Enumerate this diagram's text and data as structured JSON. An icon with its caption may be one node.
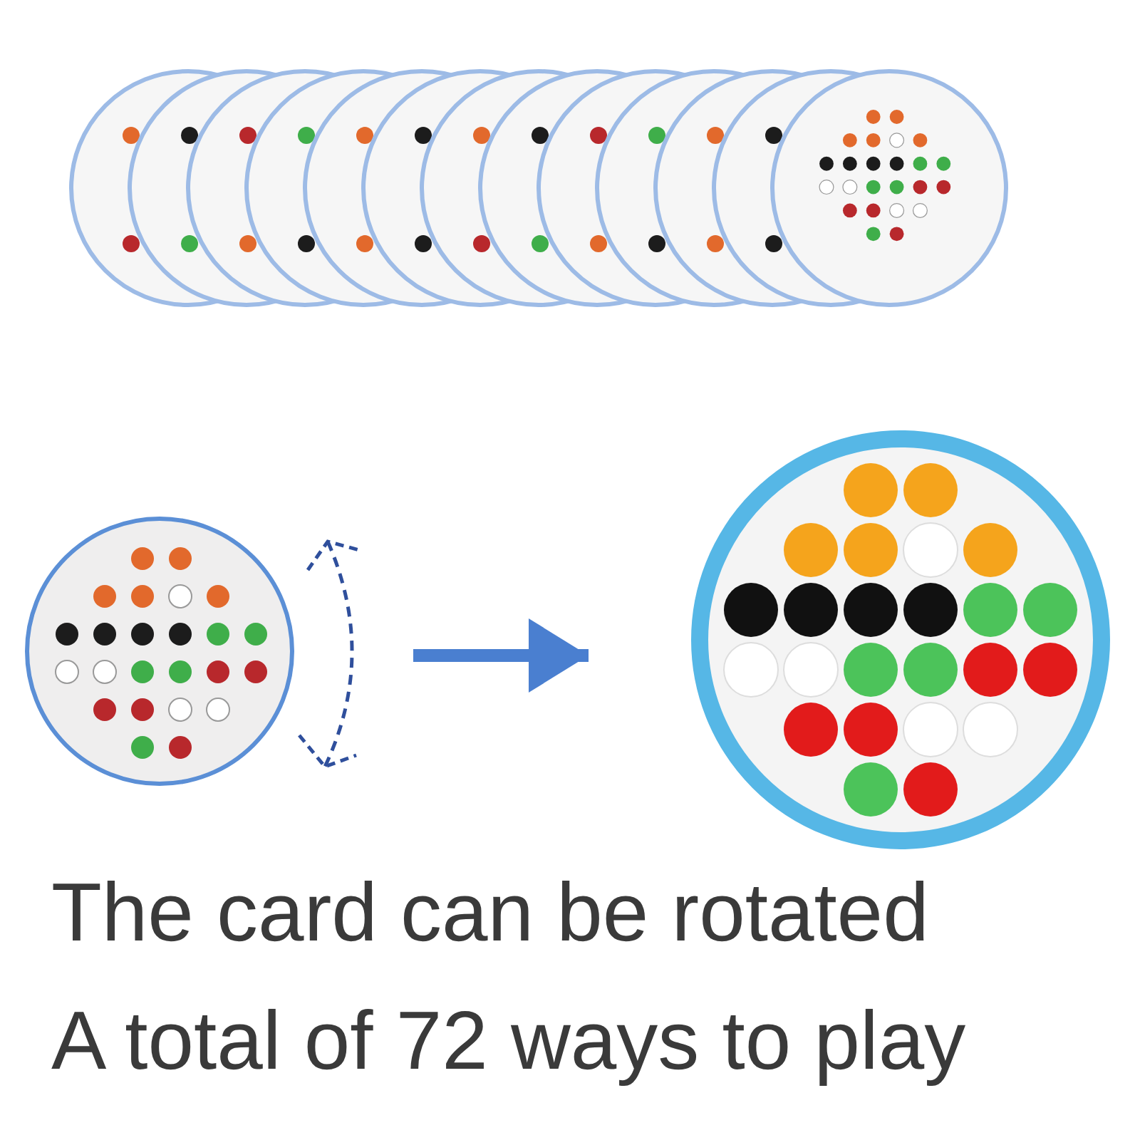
{
  "diagram": {
    "nodes": [
      {
        "text": [],
        "shape": "picture"
      },
      {
        "text": [],
        "shape": "picture"
      }
    ],
    "edges": [
      {
        "from": 0,
        "to": 1,
        "arrow": "to",
        "color": "#4a7fd0"
      }
    ],
    "labels": [
      "The card can be rotated",
      "A total of 72 ways to play"
    ]
  }
}
